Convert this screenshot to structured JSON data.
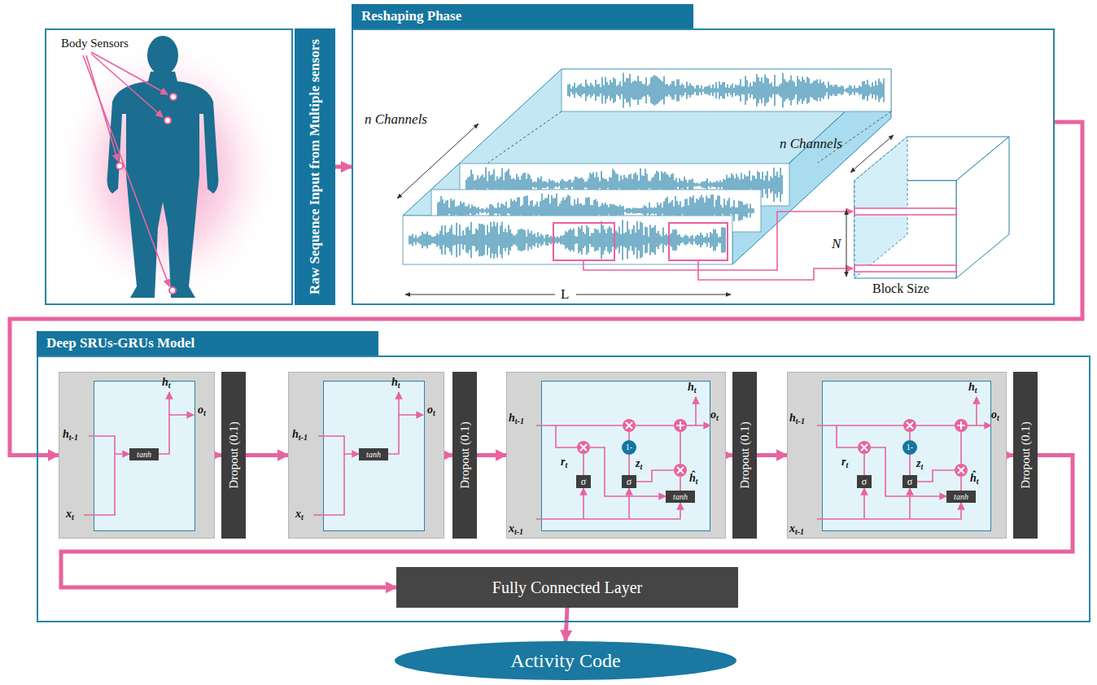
{
  "diagram": {
    "nodes": [
      {
        "text": [
          "Body Sensors"
        ]
      },
      {
        "text": [
          "Raw Sequence Input from Multiple sensors"
        ]
      },
      {
        "text": [
          "Reshaping Phase"
        ]
      },
      {
        "text": [
          "Deep SRUs-GRUs Model"
        ]
      },
      {
        "text": [
          "ht",
          "ht-1",
          "ot",
          "xt",
          "tanh"
        ],
        "in": 3
      },
      {
        "text": [
          "Dropout (0.1)"
        ],
        "in": 3
      },
      {
        "text": [
          "ht",
          "ht-1",
          "ot",
          "xt",
          "tanh"
        ],
        "in": 3
      },
      {
        "text": [
          "Dropout (0.1)"
        ],
        "in": 3
      },
      {
        "text": [
          "ht-1",
          "ht",
          "ot",
          "rt",
          "zt",
          "1-",
          "ĥt",
          "σ",
          "σ",
          "tanh",
          "xt-1"
        ],
        "in": 3
      },
      {
        "text": [
          "Dropout (0.1)"
        ],
        "in": 3
      },
      {
        "text": [
          "ht-1",
          "ht",
          "ot",
          "rt",
          "zt",
          "1-",
          "ĥt",
          "σ",
          "σ",
          "tanh",
          "xt-1"
        ],
        "in": 3
      },
      {
        "text": [
          "Dropout (0.1)"
        ],
        "in": 3
      },
      {
        "text": [
          "Fully Connected Layer"
        ],
        "in": 3
      },
      {
        "text": [
          "Activity Code"
        ]
      }
    ],
    "edges": [
      {
        "from": 1,
        "to": 2,
        "arrow": "to"
      },
      {
        "from": 2,
        "to": 4,
        "arrow": "to"
      },
      {
        "from": 4,
        "to": 5,
        "arrow": "to"
      },
      {
        "from": 5,
        "to": 6,
        "arrow": "to"
      },
      {
        "from": 6,
        "to": 7,
        "arrow": "to"
      },
      {
        "from": 7,
        "to": 8,
        "arrow": "to"
      },
      {
        "from": 8,
        "to": 9,
        "arrow": "to"
      },
      {
        "from": 9,
        "to": 10,
        "arrow": "to"
      },
      {
        "from": 10,
        "to": 11,
        "arrow": "to"
      },
      {
        "from": 11,
        "to": 12,
        "arrow": "to"
      },
      {
        "from": 12,
        "to": 13,
        "arrow": "to"
      }
    ],
    "labels": [
      "n Channels",
      "L",
      "n Channels",
      "N",
      "Block Size"
    ]
  }
}
